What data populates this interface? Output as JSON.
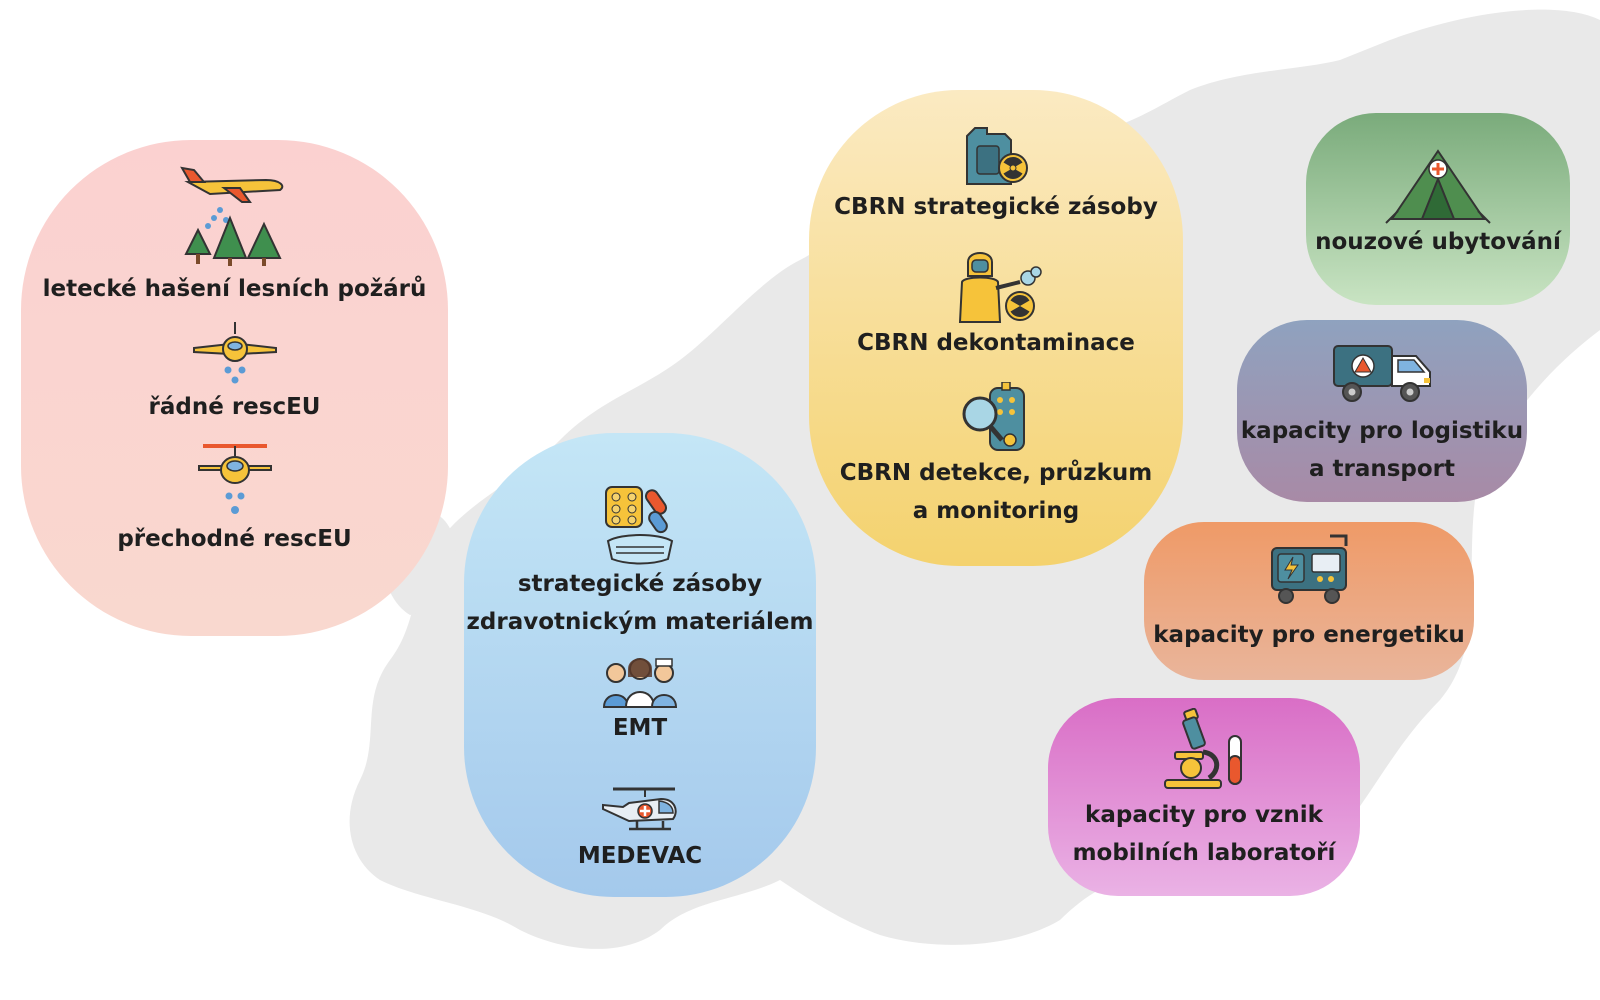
{
  "diagram": {
    "groups": [
      {
        "id": "aerial-firefighting",
        "color": "#fbd1d0",
        "items": [
          {
            "label": "letecké hašení lesních požárů",
            "icon": "firefighting-plane-forest-icon"
          },
          {
            "label": "řádné rescEU",
            "icon": "plane-water-drop-icon"
          },
          {
            "label": "přechodné rescEU",
            "icon": "helicopter-water-drop-icon"
          }
        ]
      },
      {
        "id": "medical",
        "color": "#b4d8f1",
        "items": [
          {
            "label_line1": "strategické zásoby",
            "label_line2": "zdravotnickým materiálem",
            "icon": "pills-mask-icon"
          },
          {
            "label": "EMT",
            "icon": "medical-team-icon"
          },
          {
            "label": "MEDEVAC",
            "icon": "medical-helicopter-icon"
          }
        ]
      },
      {
        "id": "cbrn",
        "color": "#f8dd92",
        "items": [
          {
            "label": "CBRN strategické zásoby",
            "icon": "jerrycan-radiation-icon"
          },
          {
            "label": "CBRN dekontaminace",
            "icon": "hazmat-suit-icon"
          },
          {
            "label_line1": "CBRN detekce, průzkum",
            "label_line2": "a monitoring",
            "icon": "detector-magnifier-icon"
          }
        ]
      },
      {
        "id": "shelter",
        "color": "#a3c89f",
        "items": [
          {
            "label": "nouzové ubytování",
            "icon": "medical-tent-icon"
          }
        ]
      },
      {
        "id": "logistics",
        "color": "#9c97b3",
        "items": [
          {
            "label_line1": "kapacity pro logistiku",
            "label_line2": "a transport",
            "icon": "truck-icon"
          }
        ]
      },
      {
        "id": "energy",
        "color": "#eca77f",
        "items": [
          {
            "label": "kapacity pro energetiku",
            "icon": "generator-icon"
          }
        ]
      },
      {
        "id": "laboratory",
        "color": "#e28fd6",
        "items": [
          {
            "label_line1": "kapacity pro vznik",
            "label_line2": "mobilních laboratoří",
            "icon": "microscope-test-tube-icon"
          }
        ]
      }
    ]
  }
}
